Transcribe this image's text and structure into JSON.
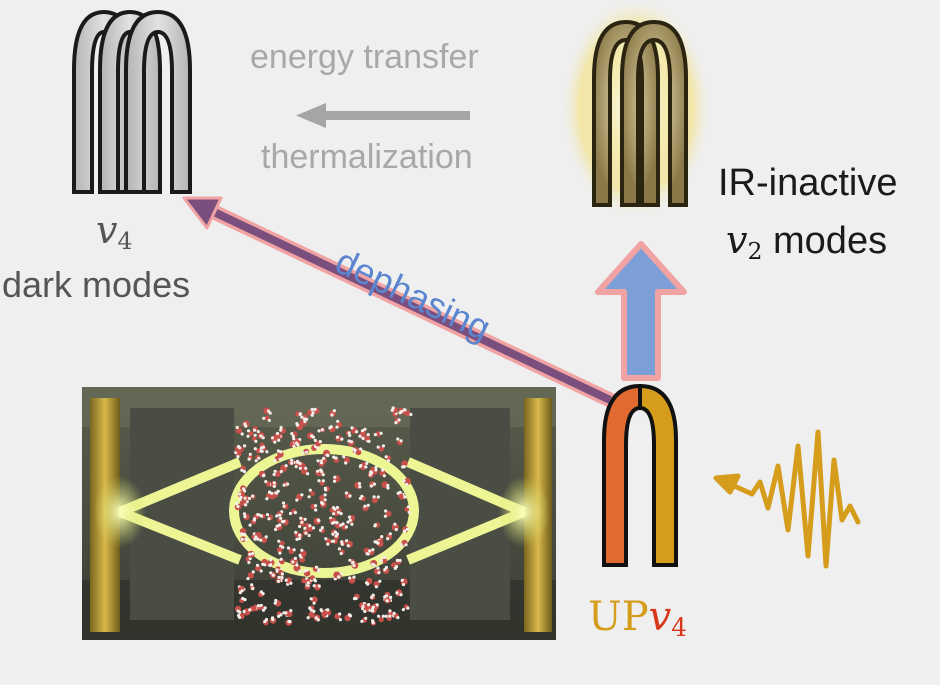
{
  "labels": {
    "energy_transfer": "energy transfer",
    "thermalization": "thermalization",
    "dark_symbol": "v",
    "dark_sub": "4",
    "dark_modes": "dark modes",
    "ir_inactive": "IR-inactive",
    "v2_symbol": "v",
    "v2_sub": "2",
    "v2_modes": "modes",
    "dephasing": "dephasing",
    "up_prefix": "UP",
    "up_symbol": "v",
    "up_sub": "4"
  },
  "colors": {
    "background": "#efefef",
    "dark_mode_fill": "#cccccc",
    "ir_inactive_fill": "#9a8a5c",
    "glow": "#f3e38a",
    "up_left": "#e06a30",
    "up_right": "#d69c1c",
    "dephasing_text": "#5b86cf",
    "arrow_purple": "#7a4f7e",
    "arrow_outline": "#f1a3a3",
    "arrow_blue": "#7c9fd8",
    "photon": "#d69c1c",
    "up_text": "#d69c1c",
    "up_symbol_text": "#d9371b"
  }
}
